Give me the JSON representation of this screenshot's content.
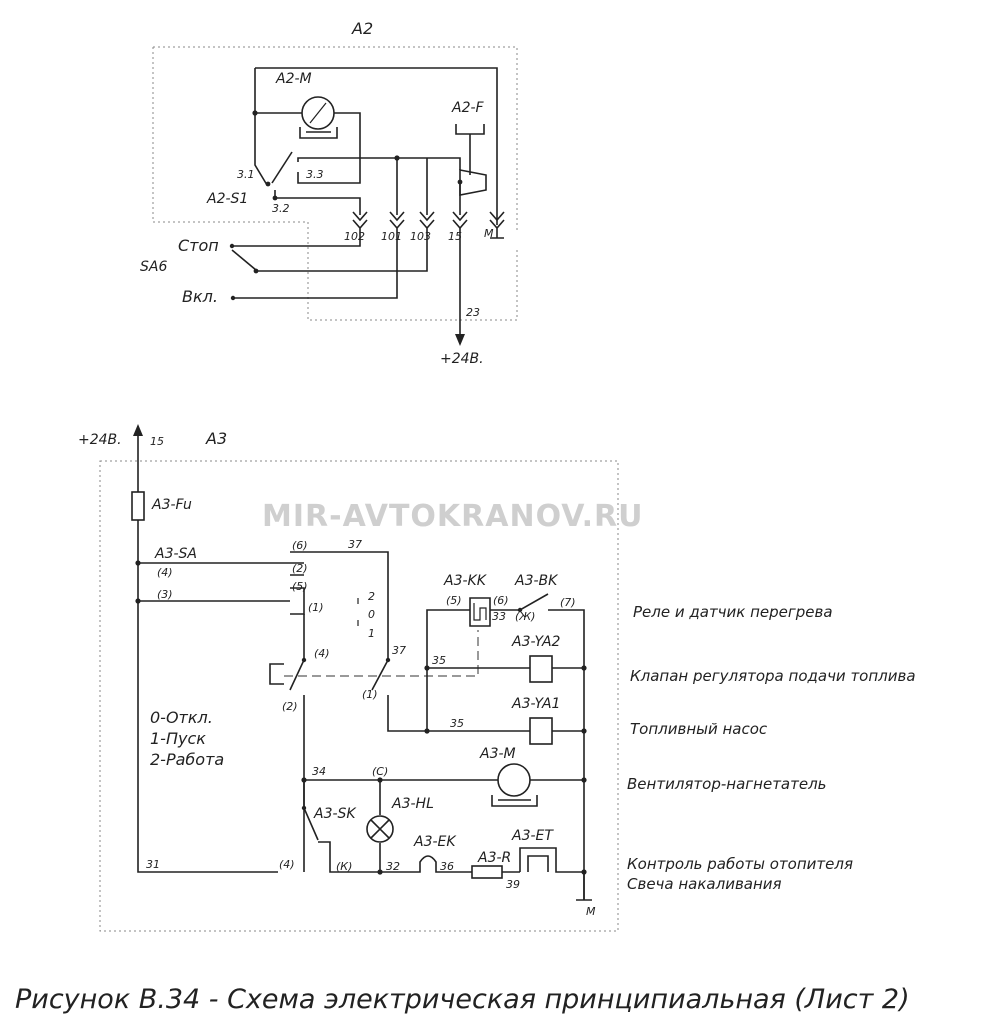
{
  "a2": {
    "block": "A2",
    "motor": "A2-M",
    "fuse_unit": "A2-F",
    "switch": "A2-S1",
    "pin_31": "3.1",
    "pin_32": "3.2",
    "pin_33": "3.3",
    "conn": [
      "102",
      "101",
      "103",
      "15",
      "M"
    ],
    "wire_23": "23",
    "plus24": "+24В.",
    "sa6": "SA6",
    "stop": "Стоп",
    "on": "Вкл."
  },
  "a3": {
    "block": "A3",
    "plus24": "+24В.",
    "wire_15": "15",
    "fuse": "A3-Fu",
    "sa": "A3-SA",
    "kk": "A3-KK",
    "bk": "A3-BK",
    "ya2": "A3-YA2",
    "ya1": "A3-YA1",
    "motor": "A3-M",
    "sk": "A3-SK",
    "hl": "A3-HL",
    "ek": "A3-EK",
    "r": "A3-R",
    "et": "A3-ET",
    "ground": "М",
    "wires": {
      "w37a": "37",
      "w37b": "37",
      "w35a": "35",
      "w35b": "35",
      "w34": "34",
      "w31": "31",
      "w32": "32",
      "w36": "36",
      "w39": "39",
      "w33": "33"
    },
    "terms": {
      "t6a": "(6)",
      "t2a": "(2)",
      "t5a": "(5)",
      "t1a": "(1)",
      "t4a": "(4)",
      "t3": "(3)",
      "t4b": "(4)",
      "t2b": "(2)",
      "t1b": "(1)",
      "t5k": "(5)",
      "t6k": "(6)",
      "t7": "(7)",
      "tzh": "(Ж)",
      "tc": "(С)",
      "t4c": "(4)",
      "tk": "(К)"
    },
    "pos2": "2",
    "pos0": "0",
    "pos1": "1",
    "modes": [
      "0-Откл.",
      "1-Пуск",
      "2-Работа"
    ]
  },
  "descriptions": {
    "relay": "Реле и датчик перегрева",
    "valve": "Клапан регулятора подачи топлива",
    "pump": "Топливный насос",
    "fan": "Вентилятор-нагнетатель",
    "control": "Контроль работы отопителя",
    "glow": "Свеча накаливания"
  },
  "watermark": "MIR-AVTOKRANOV.RU",
  "caption": "Рисунок В.34 - Схема электрическая принципиальная (Лист 2)"
}
